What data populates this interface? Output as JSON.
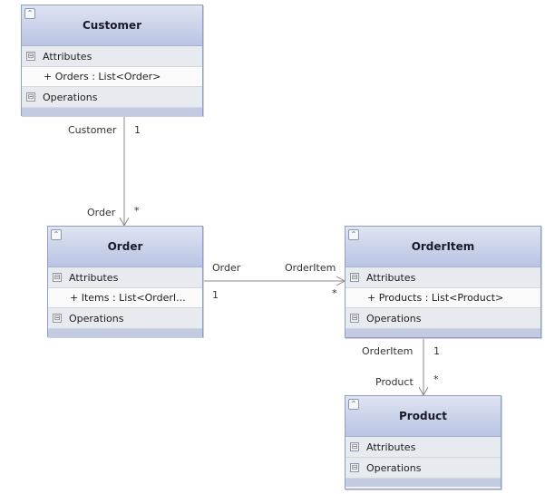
{
  "classes": {
    "customer": {
      "name": "Customer",
      "attributes_label": "Attributes",
      "members": [
        "+ Orders : List<Order>"
      ],
      "operations_label": "Operations"
    },
    "order": {
      "name": "Order",
      "attributes_label": "Attributes",
      "members": [
        "+ Items : List<OrderI..."
      ],
      "operations_label": "Operations"
    },
    "orderitem": {
      "name": "OrderItem",
      "attributes_label": "Attributes",
      "members": [
        "+ Products : List<Product>"
      ],
      "operations_label": "Operations"
    },
    "product": {
      "name": "Product",
      "attributes_label": "Attributes",
      "operations_label": "Operations"
    }
  },
  "associations": {
    "customer_order": {
      "source_role": "Customer",
      "source_mult": "1",
      "target_role": "Order",
      "target_mult": "*"
    },
    "order_orderitem": {
      "source_role": "Order",
      "source_mult": "1",
      "target_role": "OrderItem",
      "target_mult": "*"
    },
    "orderitem_product": {
      "source_role": "OrderItem",
      "source_mult": "1",
      "target_role": "Product",
      "target_mult": "*"
    }
  },
  "glyphs": {
    "collapse": "⌃",
    "section_toggle": "⊟"
  }
}
